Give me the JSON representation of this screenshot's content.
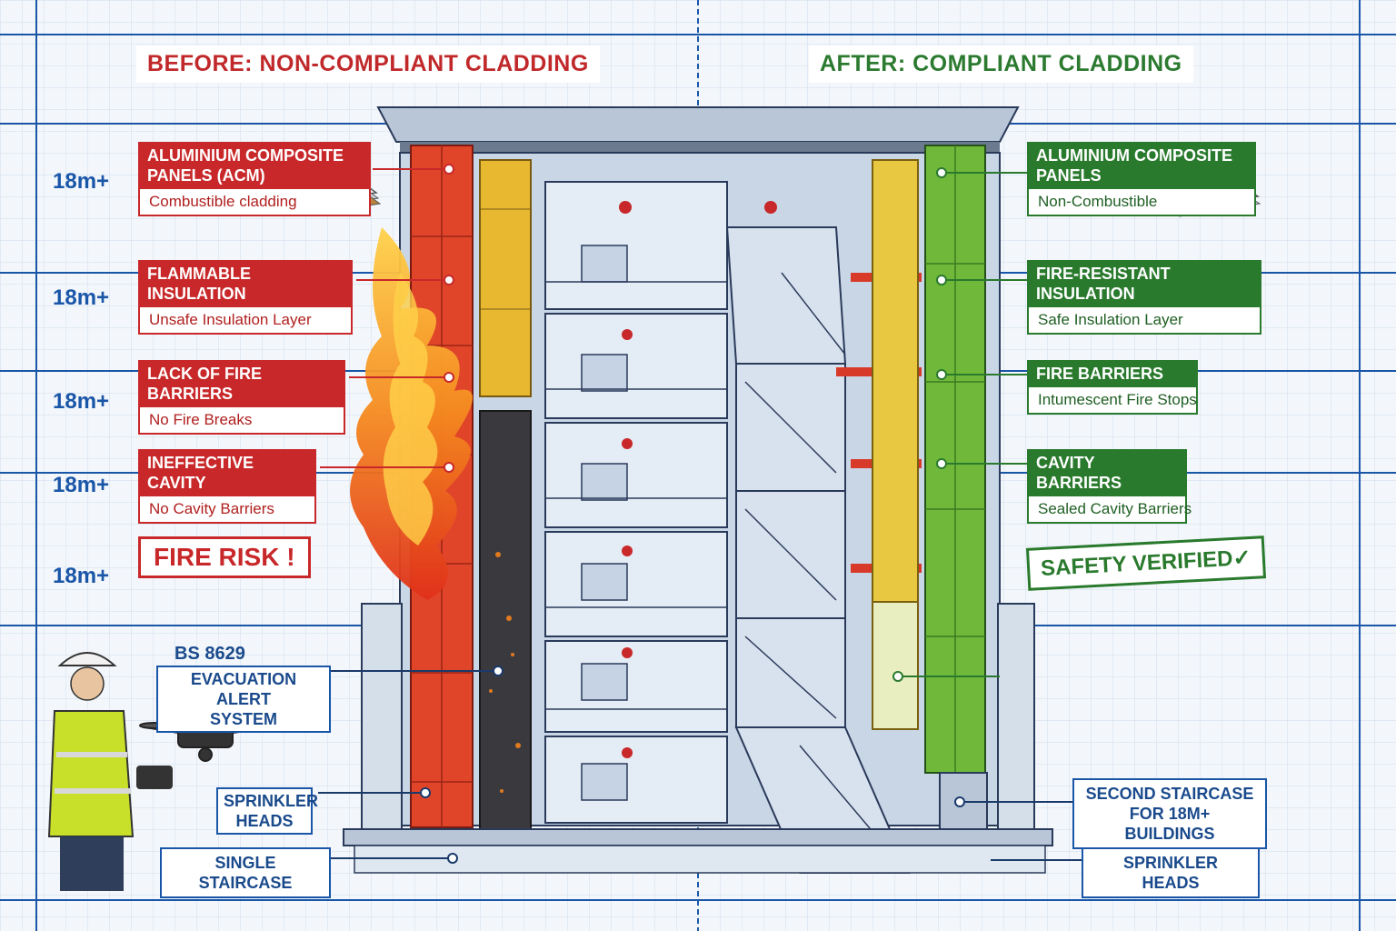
{
  "titles": {
    "before": "BEFORE: NON-COMPLIANT CLADDING",
    "after": "AFTER: COMPLIANT CLADDING"
  },
  "heights": [
    "18m+",
    "18m+",
    "18m+",
    "18m+",
    "18m+"
  ],
  "left_callouts": [
    {
      "heading": "ALUMINIUM COMPOSITE\nPANELS (ACM)",
      "sub": "Combustible cladding"
    },
    {
      "heading": "FLAMMABLE INSULATION",
      "sub": "Unsafe Insulation Layer"
    },
    {
      "heading": "LACK OF FIRE BARRIERS",
      "sub": "No Fire Breaks"
    },
    {
      "heading": "INEFFECTIVE CAVITY",
      "sub": "No Cavity Barriers"
    }
  ],
  "right_callouts": [
    {
      "heading": "ALUMINIUM COMPOSITE\nPANELS",
      "sub": "Non-Combustible"
    },
    {
      "heading": "FIRE-RESISTANT INSULATION",
      "sub": "Safe Insulation Layer"
    },
    {
      "heading": "FIRE BARRIERS",
      "sub": "Intumescent Fire Stops"
    },
    {
      "heading": "CAVITY BARRIERS",
      "sub": "Sealed Cavity Barriers"
    }
  ],
  "fire_risk": "FIRE RISK !",
  "safety_verified": "SAFETY VERIFIED✓",
  "left_bottom_labels": {
    "evac_code": "BS 8629",
    "evac_text": "EVACUATION ALERT\nSYSTEM",
    "sprinkler": "SPRINKLER\nHEADS",
    "staircase": "SINGLE STAIRCASE"
  },
  "right_bottom_labels": {
    "second_staircase": "SECOND STAIRCASE\nFOR 18M+ BUILDINGS",
    "sprinkler": "SPRINKLER HEADS"
  },
  "colors": {
    "blueprint": "#1a56a8",
    "non_compliant": "#c8282a",
    "compliant": "#2a7a2e",
    "acm_red": "#e0452a",
    "insulation_yellow": "#e8b830",
    "compliant_green": "#6fb83a"
  }
}
